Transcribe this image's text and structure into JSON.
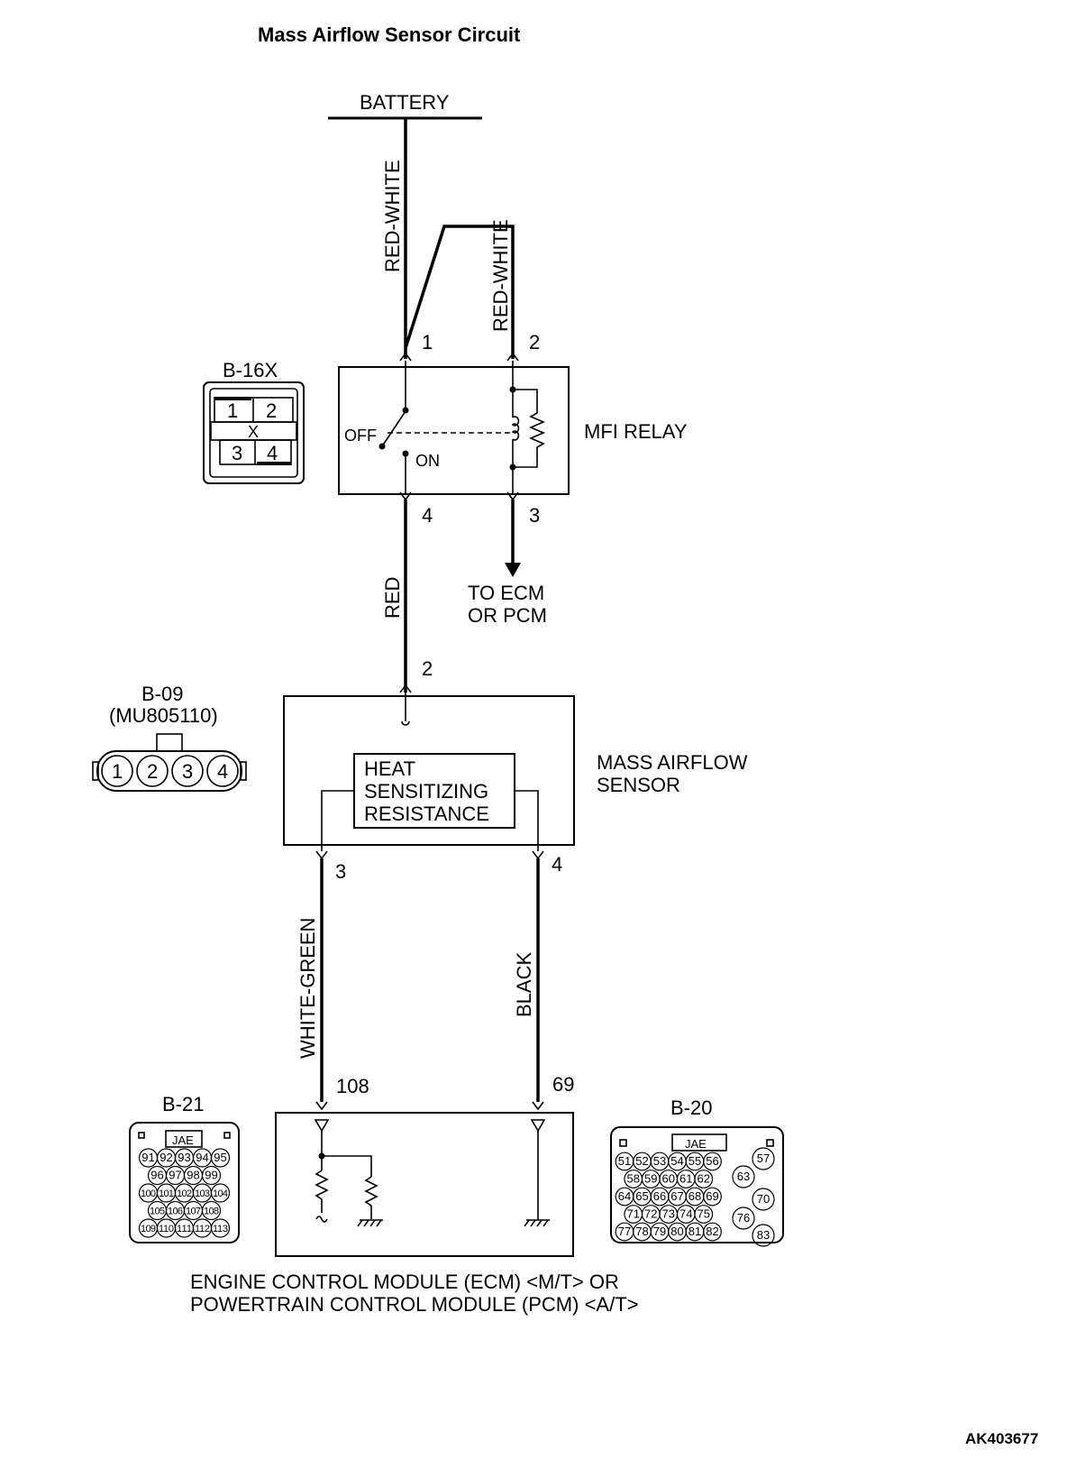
{
  "title": "Mass Airflow Sensor Circuit",
  "figure_code": "AK403677",
  "battery": {
    "label": "BATTERY"
  },
  "relay": {
    "name": "MFI RELAY",
    "connector_id": "B-16X",
    "connector_pins": [
      "1",
      "2",
      "X",
      "3",
      "4"
    ],
    "terminals": {
      "t1": "1",
      "t2": "2",
      "t3": "3",
      "t4": "4"
    },
    "switch_off": "OFF",
    "switch_on": "ON"
  },
  "wires": {
    "battery_to_relay": "RED-WHITE",
    "relay_pin2_feed": "RED-WHITE",
    "relay_to_sensor": "RED",
    "sensor_pin3_to_ecm": "WHITE-GREEN",
    "sensor_pin4_to_ecm": "BLACK"
  },
  "to_ecm": {
    "line1": "TO ECM",
    "line2": "OR PCM"
  },
  "sensor": {
    "name_line1": "MASS AIRFLOW",
    "name_line2": "SENSOR",
    "connector_id": "B-09",
    "part_no": "(MU805110)",
    "connector_pins": [
      "1",
      "2",
      "3",
      "4"
    ],
    "element_line1": "HEAT",
    "element_line2": "SENSITIZING",
    "element_line3": "RESISTANCE",
    "terminals": {
      "t2": "2",
      "t3": "3",
      "t4": "4"
    }
  },
  "ecm": {
    "terminals": {
      "t108": "108",
      "t69": "69"
    },
    "name_line1": "ENGINE CONTROL MODULE (ECM) <M/T> OR",
    "name_line2": "POWERTRAIN CONTROL MODULE (PCM) <A/T>"
  },
  "connector_b21": {
    "id": "B-21",
    "maker": "JAE",
    "rows": [
      [
        "91",
        "92",
        "93",
        "94",
        "95"
      ],
      [
        "96",
        "97",
        "98",
        "99"
      ],
      [
        "100",
        "101",
        "102",
        "103",
        "104"
      ],
      [
        "105",
        "106",
        "107",
        "108"
      ],
      [
        "109",
        "110",
        "111",
        "112",
        "113"
      ]
    ]
  },
  "connector_b20": {
    "id": "B-20",
    "maker": "JAE",
    "rows": [
      [
        "51",
        "52",
        "53",
        "54",
        "55",
        "56"
      ],
      [
        "58",
        "59",
        "60",
        "61",
        "62"
      ],
      [
        "64",
        "65",
        "66",
        "67",
        "68",
        "69"
      ],
      [
        "71",
        "72",
        "73",
        "74",
        "75"
      ],
      [
        "77",
        "78",
        "79",
        "80",
        "81",
        "82"
      ]
    ],
    "side_pins": [
      "57",
      "63",
      "70",
      "76",
      "83"
    ]
  }
}
